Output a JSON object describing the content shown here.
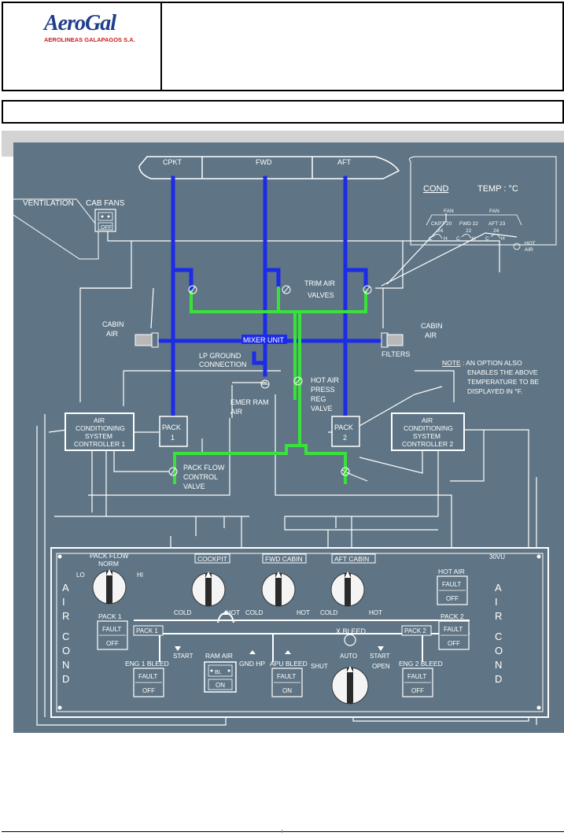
{
  "header": {
    "logo_main": "AeroGal",
    "logo_sub": "AEROLINEAS GALAPAGOS S.A."
  },
  "colors": {
    "background": "#5f7585",
    "line_white": "#ffffff",
    "duct_blue": "#1c2be6",
    "duct_green": "#39e23a"
  },
  "diagram": {
    "zones": [
      "CPKT",
      "FWD",
      "AFT"
    ],
    "ventilation": "VENTILATION",
    "cab_fans": "CAB FANS",
    "cab_fans_off": "OFF",
    "trim_air": "TRIM AIR",
    "valves": "VALVES",
    "cabin_air": "CABIN",
    "air": "AIR",
    "mixer_unit": "MIXER UNIT",
    "filters": "FILTERS",
    "lp_ground_1": "LP GROUND",
    "lp_ground_2": "CONNECTION",
    "hot_air_1": "HOT AIR",
    "hot_air_2": "PRESS",
    "hot_air_3": "REG",
    "hot_air_4": "VALVE",
    "emer_ram_1": "EMER RAM",
    "emer_ram_2": "AIR",
    "note_label": "NOTE",
    "note_1": ": AN OPTION ALSO",
    "note_2": "ENABLES THE ABOVE",
    "note_3": "TEMPERATURE TO BE",
    "note_4": "DISPLAYED IN °F.",
    "pack1_a": "PACK",
    "pack1_b": "1",
    "pack2_a": "PACK",
    "pack2_b": "2",
    "acsc_a": "AIR",
    "acsc_b": "CONDITIONING",
    "acsc_c": "SYSTEM",
    "acsc1_d": "CONTROLLER 1",
    "acsc2_d": "CONTROLLER 2",
    "pfcv_1": "PACK FLOW",
    "pfcv_2": "CONTROL",
    "pfcv_3": "VALVE",
    "cond_title": "COND",
    "cond_temp": "TEMP : °C",
    "cond_fan1": "FAN",
    "cond_fan2": "FAN",
    "cond_ckpt": "CKPT 20",
    "cond_fwd": "FWD 22",
    "cond_aft": "AFT 23",
    "cond_v1": "24",
    "cond_v2": "22",
    "cond_v3": "24",
    "cond_c": "C",
    "cond_h": "H",
    "cond_hot_1": "HOT",
    "cond_hot_2": "AIR"
  },
  "panel": {
    "panel_id": "30VU",
    "air_cond_left": [
      "A",
      "I",
      "R",
      "",
      "C",
      "O",
      "N",
      "D"
    ],
    "air_cond_right": [
      "A",
      "I",
      "R",
      "",
      "C",
      "O",
      "N",
      "D"
    ],
    "pack_flow": "PACK FLOW",
    "norm": "NORM",
    "lo": "LO",
    "hi": "HI",
    "cockpit": "COCKPIT",
    "fwd_cabin": "FWD CABIN",
    "aft_cabin": "AFT CABIN",
    "cold": "COLD",
    "hot": "HOT",
    "hot_air": "HOT AIR",
    "fault": "FAULT",
    "off": "OFF",
    "on": "ON",
    "pack1_lbl": "PACK 1",
    "pack2_lbl": "PACK 2",
    "pack1_bar": "PACK 1",
    "pack2_bar": "PACK 2",
    "x_bleed": "X BLEED",
    "start": "START",
    "ram_air": "RAM AIR",
    "gnd_hp": "GND HP",
    "apu_bleed": "APU BLEED",
    "auto": "AUTO",
    "shut": "SHUT",
    "open": "OPEN",
    "eng1_bleed": "ENG 1 BLEED",
    "eng2_bleed": "ENG 2 BLEED",
    "ram_bl": "BL"
  }
}
